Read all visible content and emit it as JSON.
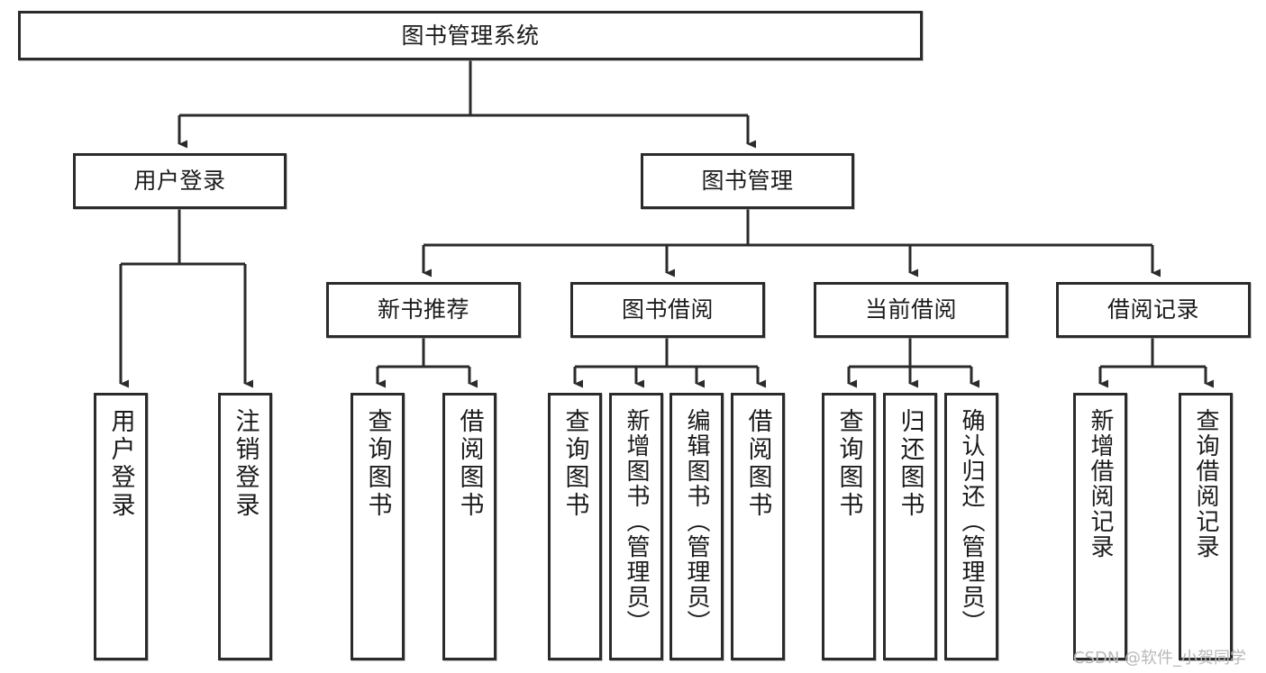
{
  "diagram": {
    "title": "图书管理系统",
    "type": "tree",
    "orientation": "top-down",
    "style": {
      "box_border_color": "#2b2b2b",
      "box_fill_color": "#ffffff",
      "line_color": "#2b2b2b",
      "text_color": "#1b1b1b",
      "background_color": "#ffffff",
      "watermark_color": "#b9b9b9"
    }
  },
  "nodes": {
    "root": {
      "label": "图书管理系统"
    },
    "level2": [
      {
        "id": "user-login",
        "label": "用户登录"
      },
      {
        "id": "book-management",
        "label": "图书管理"
      }
    ],
    "level3": [
      {
        "id": "new-book-recommend",
        "label": "新书推荐"
      },
      {
        "id": "book-borrow",
        "label": "图书借阅"
      },
      {
        "id": "current-borrow",
        "label": "当前借阅"
      },
      {
        "id": "borrow-record",
        "label": "借阅记录"
      }
    ],
    "leaves": {
      "user_login": [
        {
          "id": "leaf-user-login",
          "label": "用户登录"
        },
        {
          "id": "leaf-logout-login",
          "label": "注销登录"
        }
      ],
      "new_book_recommend": [
        {
          "id": "leaf-query-book-1",
          "label": "查询图书"
        },
        {
          "id": "leaf-borrow-book-1",
          "label": "借阅图书"
        }
      ],
      "book_borrow": [
        {
          "id": "leaf-query-book-2",
          "label": "查询图书"
        },
        {
          "id": "leaf-add-book",
          "label": "新增图书（管理员）"
        },
        {
          "id": "leaf-edit-book",
          "label": "编辑图书（管理员）"
        },
        {
          "id": "leaf-borrow-book-2",
          "label": "借阅图书"
        }
      ],
      "current_borrow": [
        {
          "id": "leaf-query-book-3",
          "label": "查询图书"
        },
        {
          "id": "leaf-return-book",
          "label": "归还图书"
        },
        {
          "id": "leaf-confirm-return",
          "label": "确认归还（管理员）"
        }
      ],
      "borrow_record": [
        {
          "id": "leaf-add-record",
          "label": "新增借阅记录"
        },
        {
          "id": "leaf-query-record",
          "label": "查询借阅记录"
        }
      ]
    }
  },
  "watermark": {
    "text": "CSDN @软件_小贺同学"
  }
}
